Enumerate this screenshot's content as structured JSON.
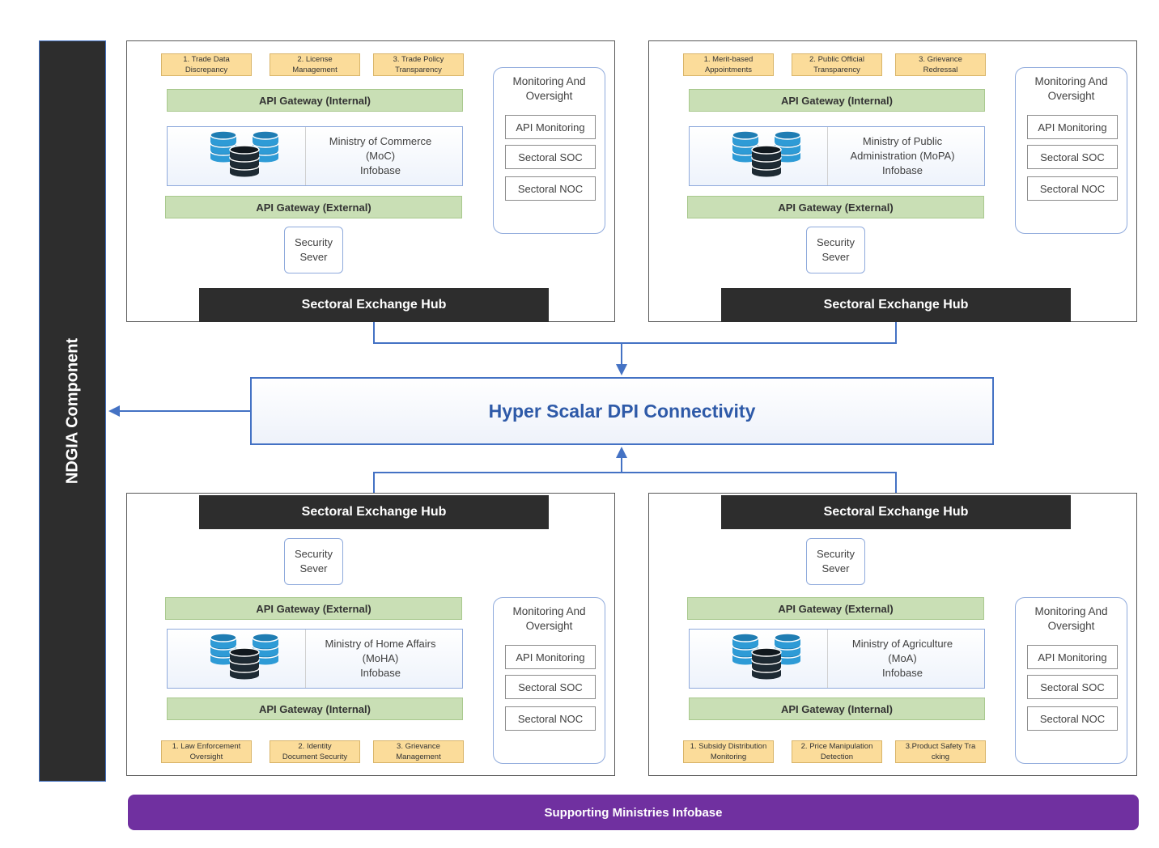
{
  "ndgia_label": "NDGIA Component",
  "hyper_label": "Hyper Scalar DPI Connectivity",
  "supporting_label": "Supporting Ministries Infobase",
  "hub_label": "Sectoral Exchange Hub",
  "gateway_internal": "API Gateway (Internal)",
  "gateway_external": "API Gateway (External)",
  "security_label": "Security\nSever",
  "monitoring": {
    "title": "Monitoring And\nOversight",
    "items": [
      "API Monitoring",
      "Sectoral SOC",
      "Sectoral NOC"
    ]
  },
  "colors": {
    "accent": "#4472c4",
    "dark": "#2d2d2d",
    "gateway": "#c9dfb5",
    "use_case": "#fbdc9a",
    "purple": "#7030a0"
  },
  "ministries": [
    {
      "infobase": "Ministry of Commerce\n(MoC)\nInfobase",
      "use_cases": [
        "1. Trade Data\nDiscrepancy",
        "2. License\nManagement",
        "3. Trade Policy\nTransparency"
      ]
    },
    {
      "infobase": "Ministry of Public\nAdministration (MoPA)\nInfobase",
      "use_cases": [
        "1. Merit-based\nAppointments",
        "2. Public Official\nTransparency",
        "3. Grievance\nRedressal"
      ]
    },
    {
      "infobase": "Ministry of Home Affairs\n(MoHA)\nInfobase",
      "use_cases": [
        "1. Law Enforcement\nOversight",
        "2. Identity\nDocument Security",
        "3. Grievance\nManagement"
      ]
    },
    {
      "infobase": "Ministry of Agriculture\n(MoA)\nInfobase",
      "use_cases": [
        "1. Subsidy Distribution\nMonitoring",
        "2. Price Manipulation\nDetection",
        "3.Product Safety Tra\ncking"
      ]
    }
  ]
}
